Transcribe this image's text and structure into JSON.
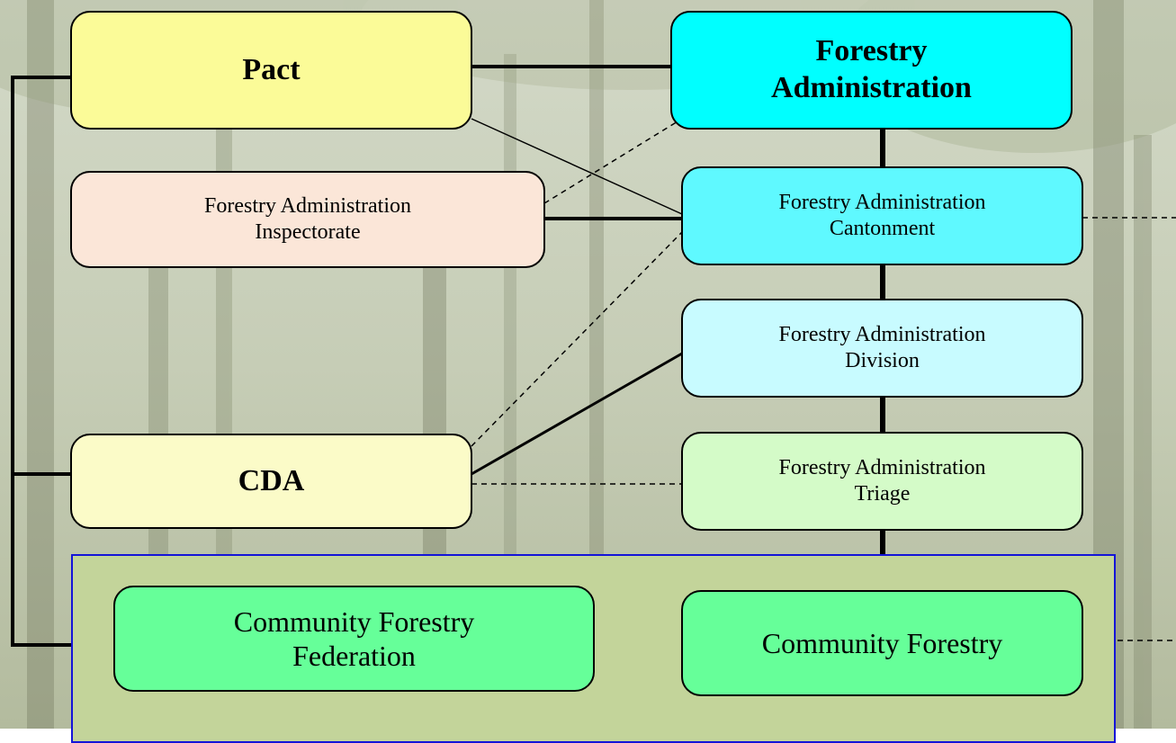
{
  "colors": {
    "pact": "#fbfb98",
    "fa": "#00ffff",
    "inspectorate": "#fbe6d8",
    "cantonment": "#5ff9ff",
    "division": "#c8fbff",
    "cda": "#fbfbc8",
    "triage": "#d4fbc8",
    "panel": "#c3d49a",
    "federation": "#66ff99",
    "community": "#66ff99",
    "panel_border": "#1414d8"
  },
  "nodes": {
    "pact": "Pact",
    "forestry_administration": "Forestry\nAdministration",
    "inspectorate": "Forestry Administration\nInspectorate",
    "cantonment": "Forestry Administration\nCantonment",
    "division": "Forestry Administration\nDivision",
    "cda": "CDA",
    "triage": "Forestry Administration\nTriage",
    "federation": "Community Forestry\nFederation",
    "community_forestry": "Community Forestry"
  }
}
